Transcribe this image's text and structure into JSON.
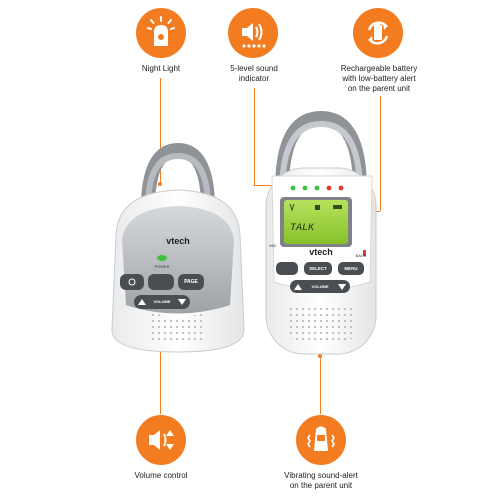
{
  "features": {
    "night_light": "Night Light",
    "sound_indicator": "5-level sound\nindicator",
    "battery": "Rechargeable battery\nwith low-battery alert\non the parent unit",
    "volume_control": "Volume control",
    "vibrating": "Vibrating sound-alert\non the parent unit"
  },
  "baby_unit": {
    "brand": "vtech",
    "power_label": "POWER",
    "page_label": "PAGE",
    "volume_label": "VOLUME"
  },
  "parent_unit": {
    "brand": "vtech",
    "display_text": "TALK",
    "select_label": "SELECT",
    "menu_label": "MENU",
    "volume_label": "VOLUME",
    "mic_label": "MIC",
    "back_label": "BACK"
  },
  "colors": {
    "accent": "#f27c1f",
    "silver": "#a9adb1",
    "lcd": "#9bd33c",
    "led_green": "#3cc23c",
    "led_red": "#e03a2a"
  }
}
